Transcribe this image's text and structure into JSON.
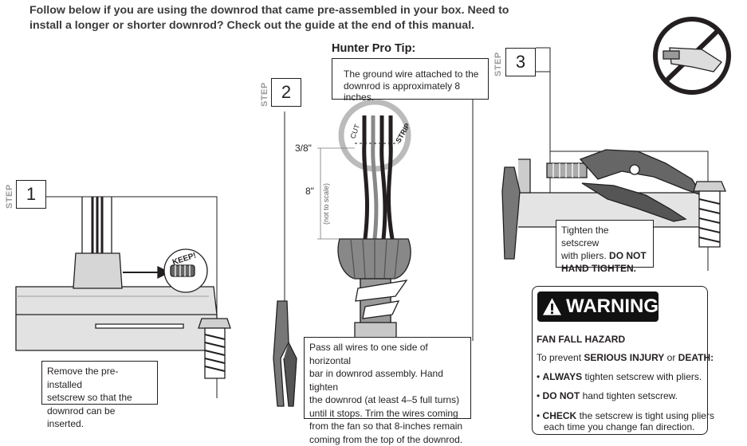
{
  "intro_line1": "Follow below if you are using the downrod that came pre-assembled in your box. Need to",
  "intro_line2": "install a longer or shorter downrod? Check out the guide at the end of this manual.",
  "step_word": "STEP",
  "step1": {
    "number": "1",
    "keep_label": "KEEP!",
    "callout_line1": "Remove the pre-installed",
    "callout_line2": "setscrew so that the",
    "callout_line3": "downrod can be inserted."
  },
  "step2": {
    "number": "2",
    "tip_heading": "Hunter Pro Tip:",
    "tip_line1": "The ground wire attached to the",
    "tip_line2": "downrod is approximately 8 inches.",
    "cut_label": "CUT",
    "strip_label": "STRIP",
    "measure_38": "3/8\"",
    "measure_8": "8\"",
    "not_to_scale": "(not to scale)",
    "callout_line1": "Pass all wires to one side of horizontal",
    "callout_line2": "bar in downrod assembly. Hand tighten",
    "callout_line3": "the downrod (at least 4–5 full turns)",
    "callout_line4": "until it stops. Trim the wires coming",
    "callout_line5": "from the fan so that 8-inches remain",
    "callout_line6": "coming from the top of the downrod."
  },
  "step3": {
    "number": "3",
    "callout_line1": "Tighten the setscrew",
    "callout_line2_pre": "with pliers.",
    "callout_line2_bold": "DO NOT",
    "callout_line3_bold": "HAND TIGHTEN."
  },
  "warning": {
    "banner": "WARNING",
    "heading": "FAN FALL HAZARD",
    "prevent_pre": "To prevent",
    "prevent_bold1": "SERIOUS INJURY",
    "prevent_or": "or",
    "prevent_bold2": "DEATH:",
    "bullet": "•",
    "b1_bold": "ALWAYS",
    "b1_rest": "tighten setscrew with pliers.",
    "b2_bold": "DO NOT",
    "b2_rest": "hand tighten setscrew.",
    "b3_bold": "CHECK",
    "b3_rest": "the setscrew is tight using pliers",
    "b3_line2": "each time you change fan direction."
  }
}
